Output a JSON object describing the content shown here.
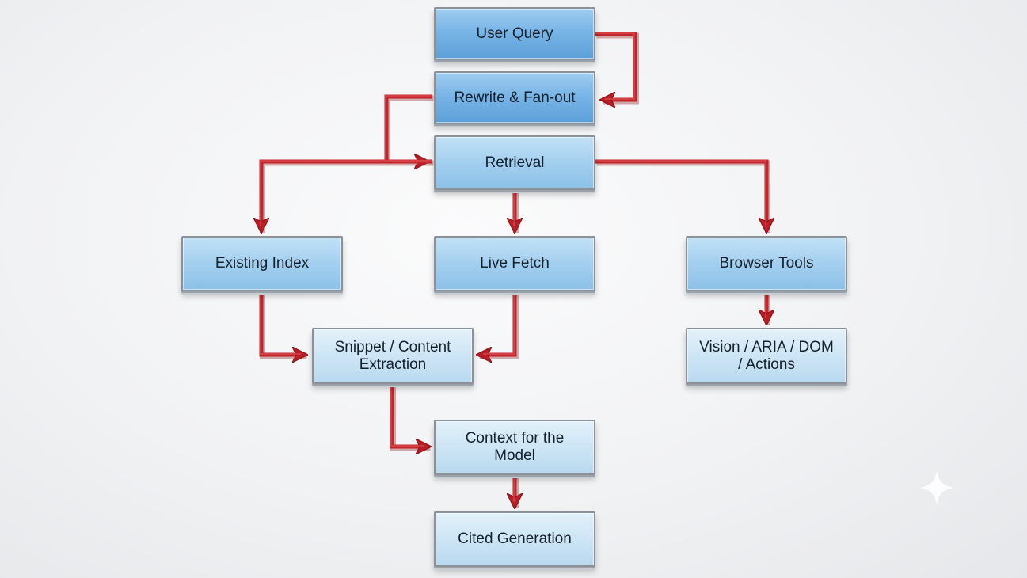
{
  "nodes": {
    "user_query": "User Query",
    "rewrite_fanout": "Rewrite & Fan-out",
    "retrieval": "Retrieval",
    "existing_index": "Existing Index",
    "live_fetch": "Live Fetch",
    "browser_tools": "Browser Tools",
    "snippet_extraction": "Snippet / Content Extraction",
    "vision_aria_dom": "Vision / ARIA / DOM / Actions",
    "context_model": "Context for the Model",
    "cited_generation": "Cited Generation"
  },
  "colors": {
    "arrow": "#c0262c",
    "arrow_highlight": "#e4585c",
    "box_dark": "#6aa8dd",
    "box_light": "#cde5f5",
    "box_border": "#8a9198"
  },
  "icons": {
    "watermark": "sparkle-icon"
  }
}
